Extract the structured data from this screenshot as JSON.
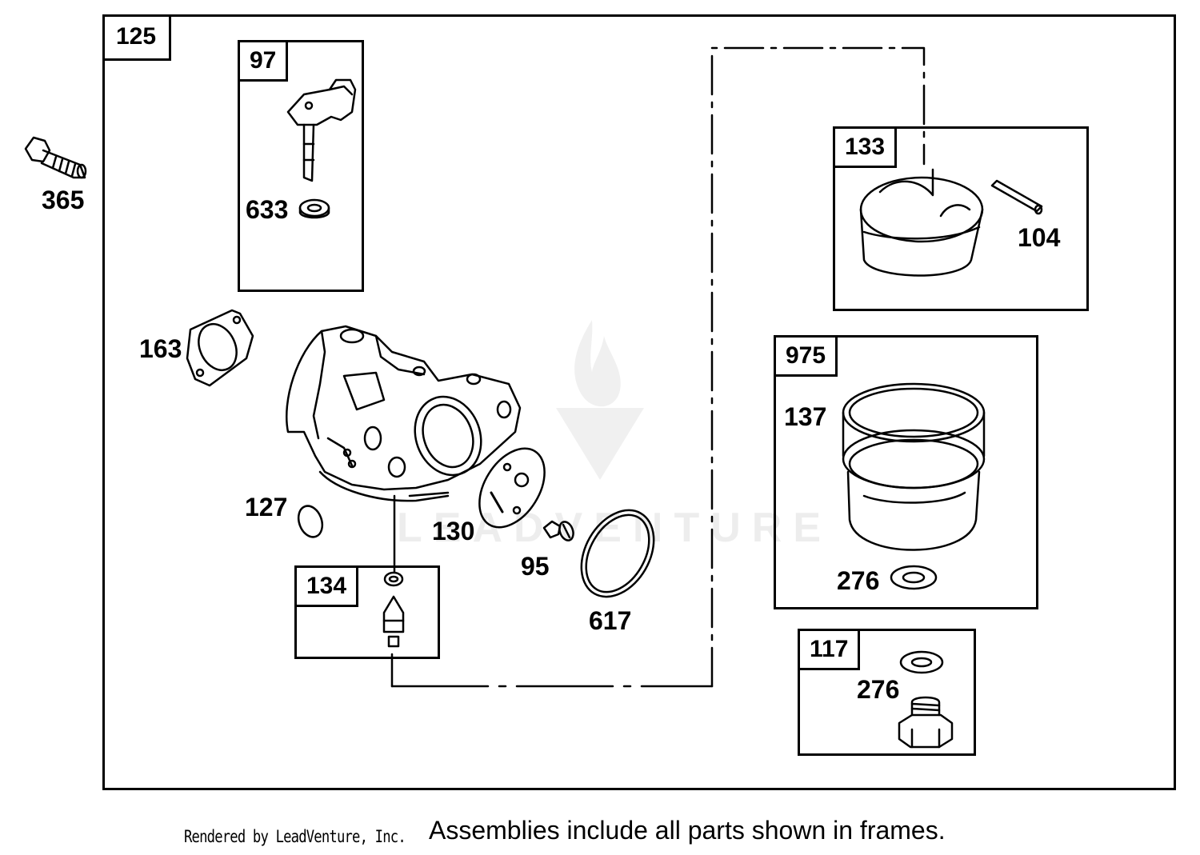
{
  "frames": {
    "main": "125",
    "f97": "97",
    "f133": "133",
    "f975": "975",
    "f117": "117",
    "f134": "134"
  },
  "parts": {
    "p365": "365",
    "p633": "633",
    "p163": "163",
    "p127": "127",
    "p130": "130",
    "p95": "95",
    "p617": "617",
    "p104": "104",
    "p137": "137",
    "p276a": "276",
    "p276b": "276"
  },
  "watermark": "LEADVENTURE",
  "footer": {
    "credit": "Rendered by LeadVenture, Inc.",
    "note": "Assemblies include all parts shown in frames."
  }
}
